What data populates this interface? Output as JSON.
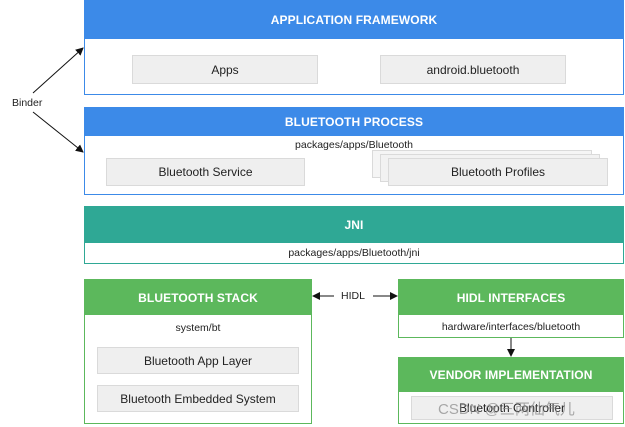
{
  "application_framework": {
    "title": "APPLICATION FRAMEWORK",
    "components": [
      "Apps",
      "android.bluetooth"
    ]
  },
  "bluetooth_process": {
    "title": "BLUETOOTH PROCESS",
    "path": "packages/apps/Bluetooth",
    "components": [
      "Bluetooth Service",
      "Bluetooth Profiles"
    ]
  },
  "jni": {
    "title": "JNI",
    "path": "packages/apps/Bluetooth/jni"
  },
  "bluetooth_stack": {
    "title": "BLUETOOTH STACK",
    "path": "system/bt",
    "components": [
      "Bluetooth App Layer",
      "Bluetooth Embedded System"
    ]
  },
  "hidl_interfaces": {
    "title": "HIDL INTERFACES",
    "path": "hardware/interfaces/bluetooth"
  },
  "vendor_implementation": {
    "title": "VENDOR IMPLEMENTATION",
    "components": [
      "Bluetooth Controller"
    ]
  },
  "connectors": {
    "binder_label": "Binder",
    "hidl_label": "HIDL"
  },
  "watermark": "CSDN @三两仙气儿",
  "colors": {
    "framework_blue": "#3c8ae8",
    "jni_teal": "#2fa895",
    "stack_green": "#5cb85c",
    "component_gray": "#efefef"
  }
}
